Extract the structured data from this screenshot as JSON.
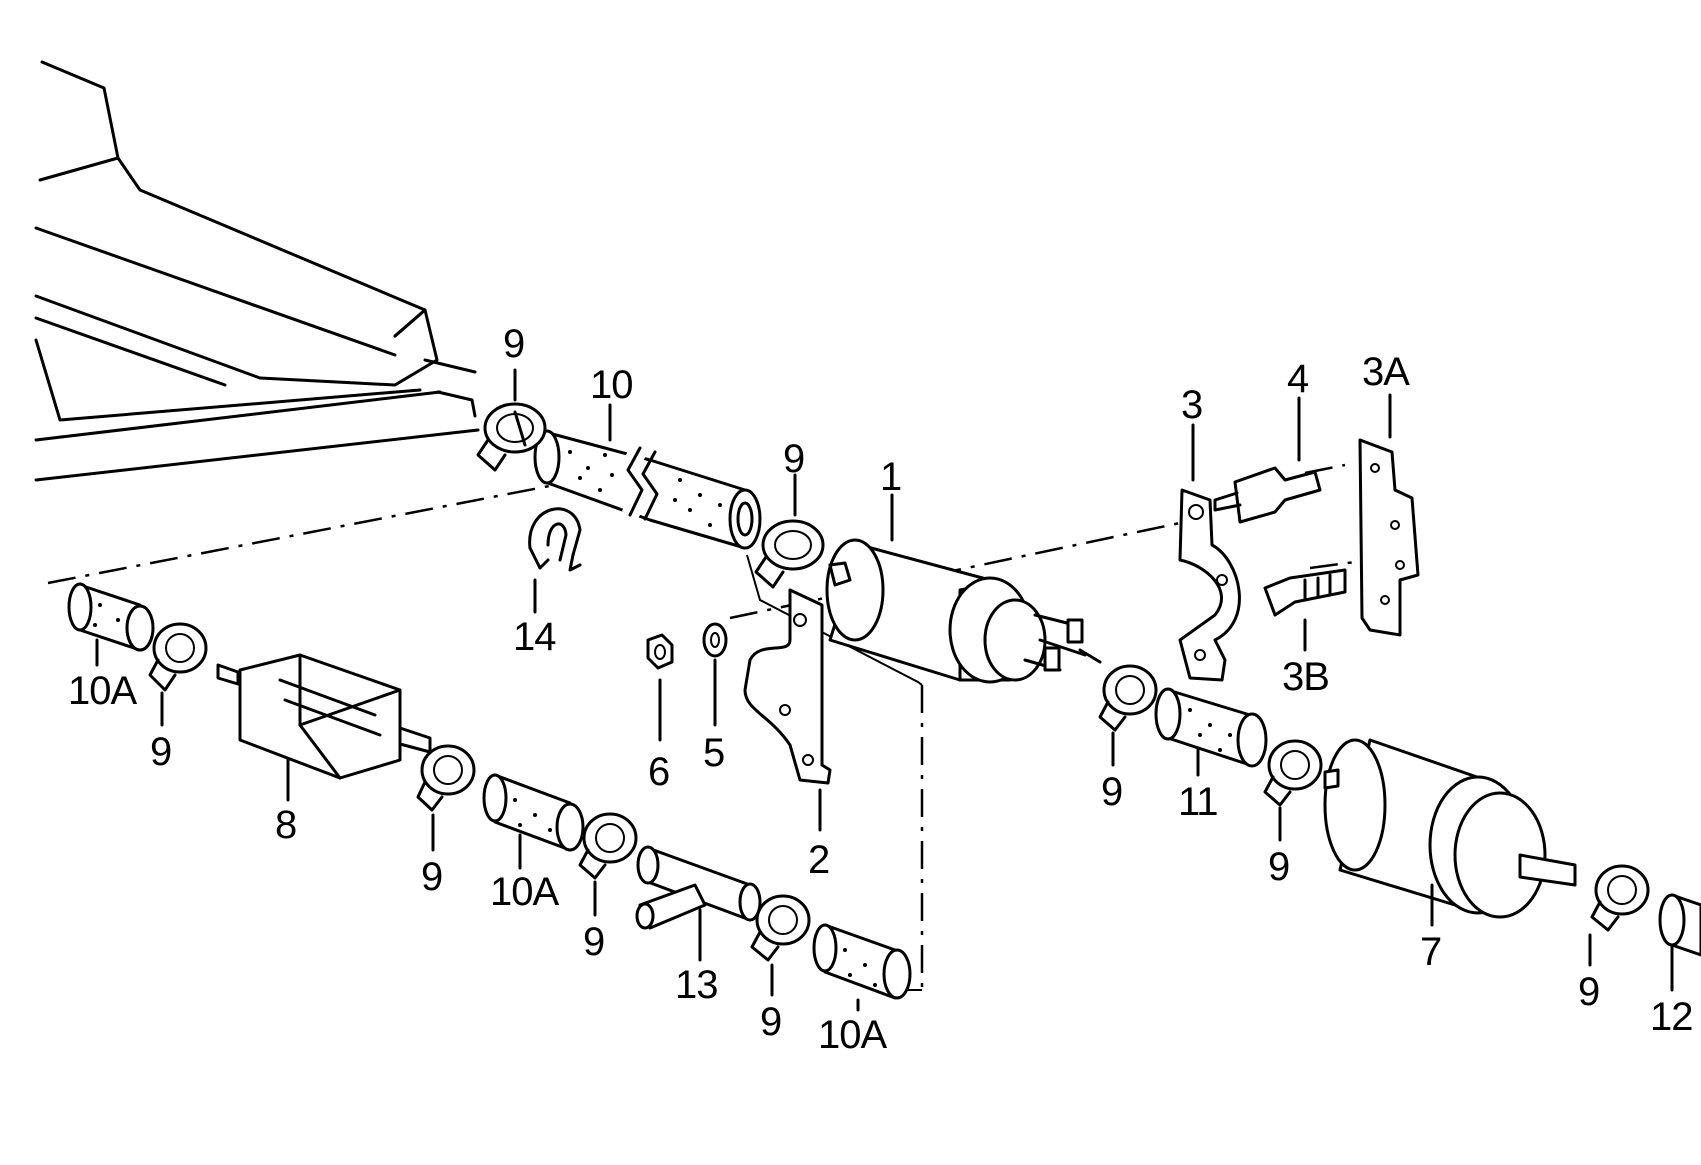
{
  "callouts": {
    "c1": "1",
    "c2": "2",
    "c3": "3",
    "c3a": "3A",
    "c3b": "3B",
    "c4": "4",
    "c5": "5",
    "c6": "6",
    "c7": "7",
    "c8": "8",
    "c9": "9",
    "c10": "10",
    "c10a": "10A",
    "c11": "11",
    "c12": "12",
    "c13": "13",
    "c14": "14"
  },
  "colors": {
    "line": "#000000",
    "background": "#ffffff"
  }
}
